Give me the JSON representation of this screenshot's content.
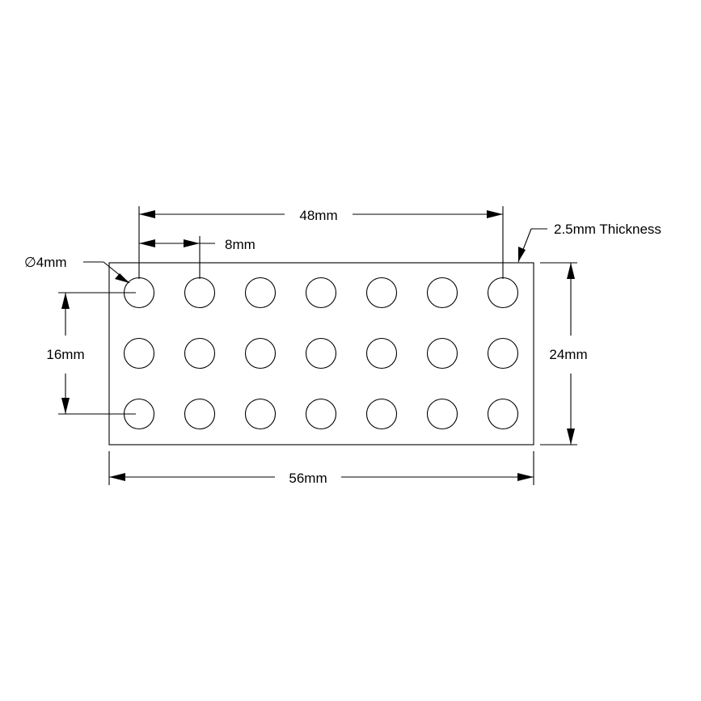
{
  "labels": {
    "overall_width": "56mm",
    "overall_height": "24mm",
    "hole_span": "48mm",
    "hole_pitch": "8mm",
    "row_span": "16mm",
    "hole_diameter": "∅4mm",
    "thickness": "2.5mm Thickness"
  },
  "plate": {
    "columns": 7,
    "rows": 3
  },
  "colors": {
    "line": "#000000",
    "background": "#ffffff"
  }
}
